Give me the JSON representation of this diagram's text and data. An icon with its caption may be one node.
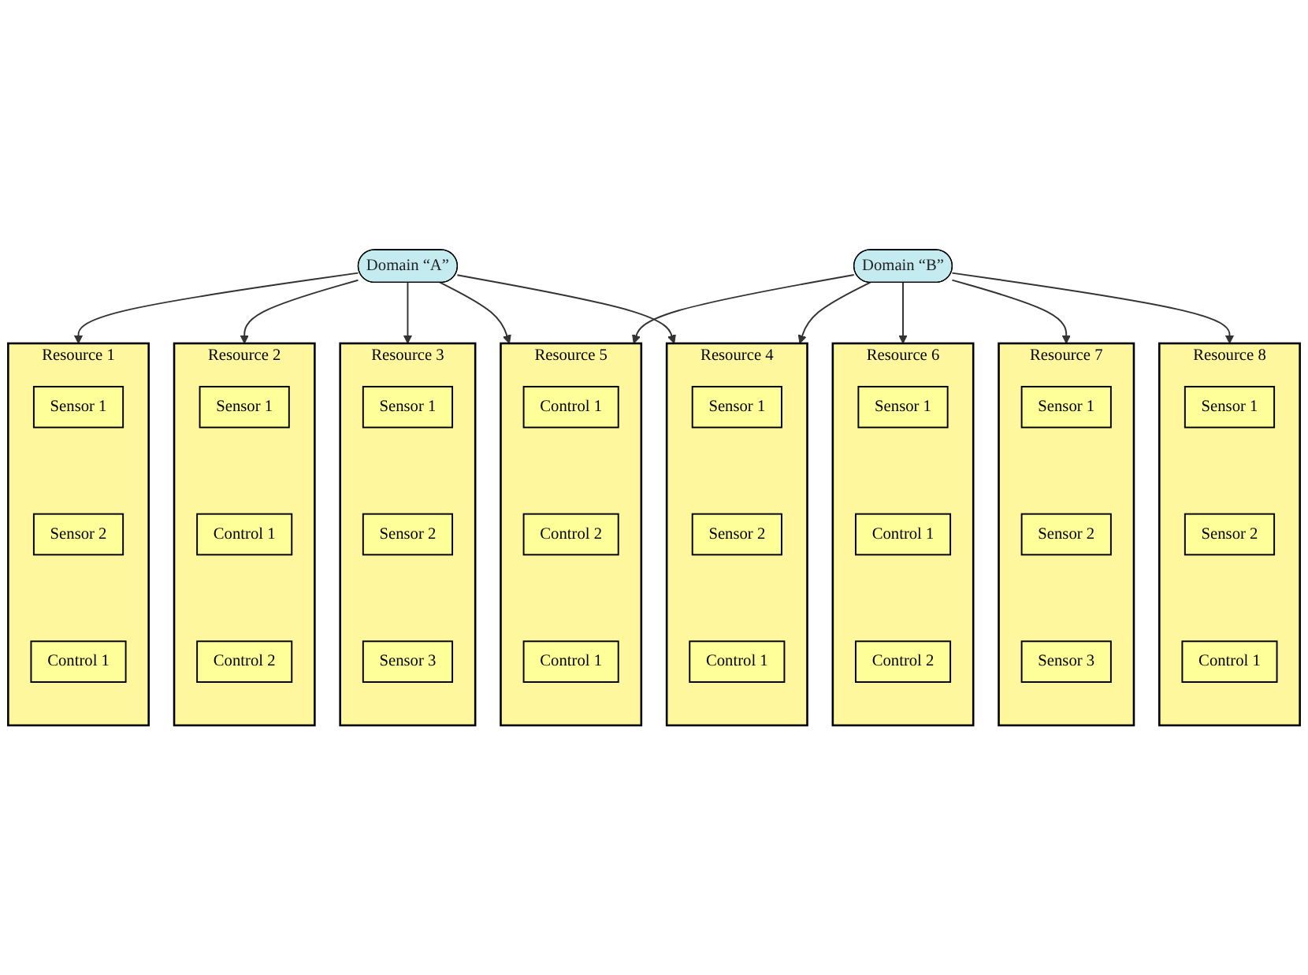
{
  "diagram": {
    "nodes": [
      {
        "text": [
          "Domain “A”"
        ]
      },
      {
        "text": [
          "Domain “B”"
        ]
      },
      {
        "text": [
          "Resource 1"
        ]
      },
      {
        "text": [
          "Sensor 1"
        ],
        "in": 2
      },
      {
        "text": [
          "Sensor 2"
        ],
        "in": 2
      },
      {
        "text": [
          "Control 1"
        ],
        "in": 2
      },
      {
        "text": [
          "Resource 2"
        ]
      },
      {
        "text": [
          "Sensor 1"
        ],
        "in": 6
      },
      {
        "text": [
          "Control 1"
        ],
        "in": 6
      },
      {
        "text": [
          "Control 2"
        ],
        "in": 6
      },
      {
        "text": [
          "Resource 3"
        ]
      },
      {
        "text": [
          "Sensor 1"
        ],
        "in": 10
      },
      {
        "text": [
          "Sensor 2"
        ],
        "in": 10
      },
      {
        "text": [
          "Sensor 3"
        ],
        "in": 10
      },
      {
        "text": [
          "Resource 4"
        ]
      },
      {
        "text": [
          "Sensor 1"
        ],
        "in": 14
      },
      {
        "text": [
          "Sensor 2"
        ],
        "in": 14
      },
      {
        "text": [
          "Control 1"
        ],
        "in": 14
      },
      {
        "text": [
          "Resource 5"
        ]
      },
      {
        "text": [
          "Control 1"
        ],
        "in": 18
      },
      {
        "text": [
          "Control 2"
        ],
        "in": 18
      },
      {
        "text": [
          "Control 1"
        ],
        "in": 18
      },
      {
        "text": [
          "Resource 6"
        ]
      },
      {
        "text": [
          "Sensor 1"
        ],
        "in": 22
      },
      {
        "text": [
          "Control 1"
        ],
        "in": 22
      },
      {
        "text": [
          "Control 2"
        ],
        "in": 22
      },
      {
        "text": [
          "Resource 7"
        ]
      },
      {
        "text": [
          "Sensor 1"
        ],
        "in": 26
      },
      {
        "text": [
          "Sensor 2"
        ],
        "in": 26
      },
      {
        "text": [
          "Sensor 3"
        ],
        "in": 26
      },
      {
        "text": [
          "Resource 8"
        ]
      },
      {
        "text": [
          "Sensor 1"
        ],
        "in": 30
      },
      {
        "text": [
          "Sensor 2"
        ],
        "in": 30
      },
      {
        "text": [
          "Control 1"
        ],
        "in": 30
      }
    ],
    "edges": [
      {
        "from": 0,
        "to": 2,
        "arrow": "to"
      },
      {
        "from": 0,
        "to": 6,
        "arrow": "to"
      },
      {
        "from": 0,
        "to": 10,
        "arrow": "to"
      },
      {
        "from": 0,
        "to": 18,
        "arrow": "to"
      },
      {
        "from": 0,
        "to": 14,
        "arrow": "to"
      },
      {
        "from": 1,
        "to": 14,
        "arrow": "to"
      },
      {
        "from": 1,
        "to": 18,
        "arrow": "to"
      },
      {
        "from": 1,
        "to": 22,
        "arrow": "to"
      },
      {
        "from": 1,
        "to": 26,
        "arrow": "to"
      },
      {
        "from": 1,
        "to": 30,
        "arrow": "to"
      }
    ]
  }
}
